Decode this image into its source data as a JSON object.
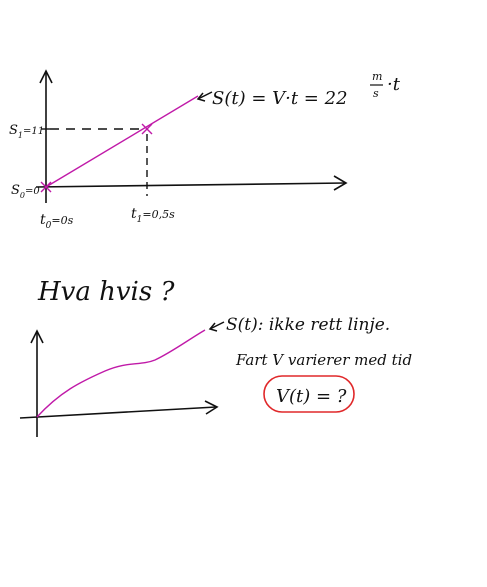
{
  "graph1": {
    "y_label_top_s": "S",
    "y_label_top_sub": "1",
    "y_label_top_val": "=11",
    "y_label_origin_s": "S",
    "y_label_origin_sub": "0",
    "y_label_origin_val": "=0",
    "x_label_t0": "t",
    "x_label_t0_sub": "0",
    "x_label_t0_val": "=0s",
    "x_label_t1": "t",
    "x_label_t1_sub": "1",
    "x_label_t1_val": "=0,5s",
    "equation_lhs": "S(t) = V·t = 22",
    "equation_frac_num": "m",
    "equation_frac_den": "s",
    "equation_rhs": "·t"
  },
  "question": "Hva hvis ?",
  "graph2": {
    "curve_label": "S(t): ikke rett linje.",
    "note": "Fart V varierer med tid",
    "circled": "V(t) = ?"
  },
  "colors": {
    "ink": "#111111",
    "line": "#c01aa8",
    "circle": "#e0282a"
  }
}
